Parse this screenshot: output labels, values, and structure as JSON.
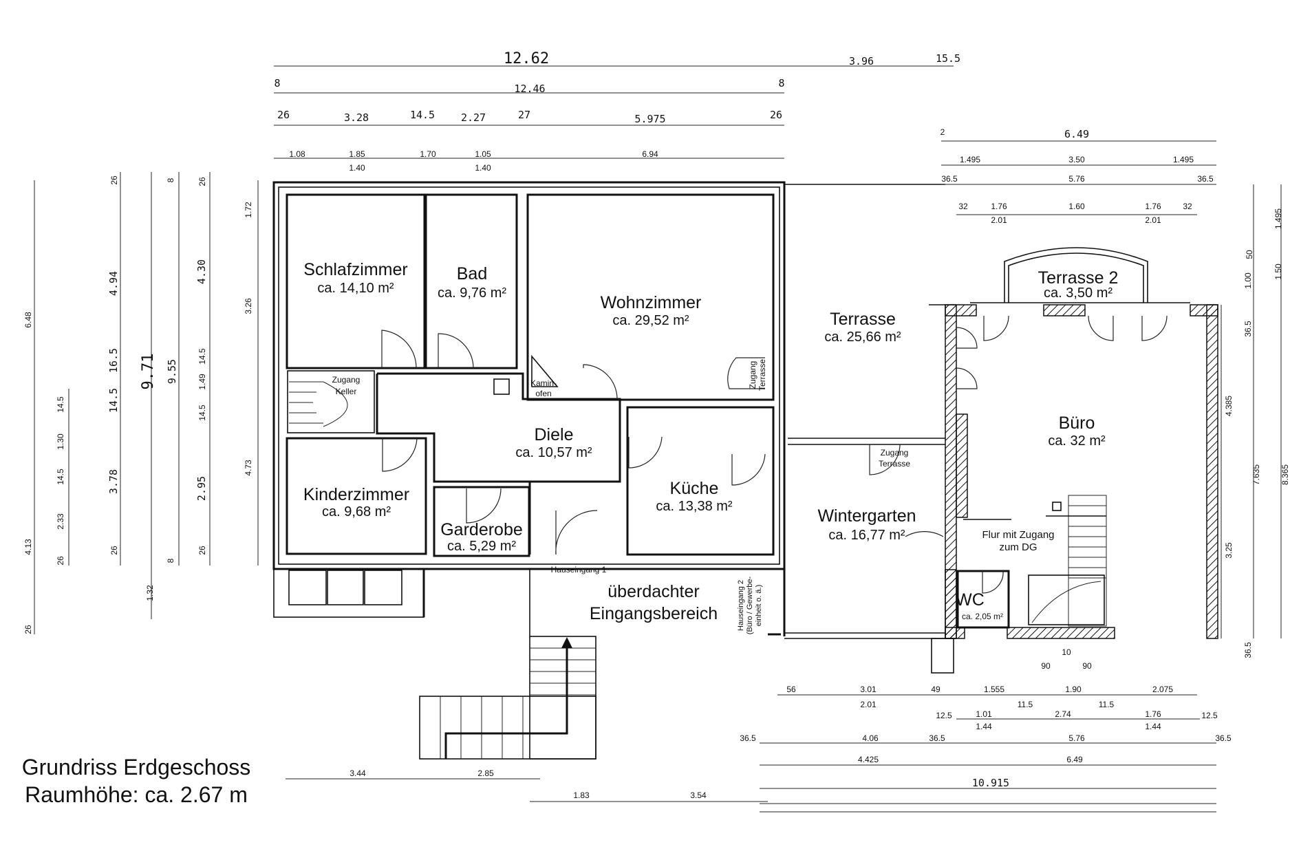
{
  "title": {
    "line1": "Grundriss Erdgeschoss",
    "line2": "Raumhöhe: ca. 2.67 m"
  },
  "rooms": [
    {
      "id": "schlafzimmer",
      "name": "Schlafzimmer",
      "area": "ca. 14,10 m²"
    },
    {
      "id": "bad",
      "name": "Bad",
      "area": "ca. 9,76 m²"
    },
    {
      "id": "wohnzimmer",
      "name": "Wohnzimmer",
      "area": "ca. 29,52 m²"
    },
    {
      "id": "terrasse",
      "name": "Terrasse",
      "area": "ca. 25,66 m²"
    },
    {
      "id": "terrasse2",
      "name": "Terrasse 2",
      "area": "ca. 3,50 m²"
    },
    {
      "id": "buero",
      "name": "Büro",
      "area": "ca. 32 m²"
    },
    {
      "id": "diele",
      "name": "Diele",
      "area": "ca. 10,57 m²"
    },
    {
      "id": "kueche",
      "name": "Küche",
      "area": "ca. 13,38 m²"
    },
    {
      "id": "kinderzimmer",
      "name": "Kinderzimmer",
      "area": "ca. 9,68 m²"
    },
    {
      "id": "garderobe",
      "name": "Garderobe",
      "area": "ca. 5,29 m²"
    },
    {
      "id": "wintergarten",
      "name": "Wintergarten",
      "area": "ca. 16,77 m²"
    },
    {
      "id": "wc",
      "name": "WC",
      "area": "ca. 2,05 m²"
    }
  ],
  "labels": {
    "eingangsbereich_1": "überdachter",
    "eingangsbereich_2": "Eingangsbereich",
    "hauseingang1": "Hauseingang 1",
    "hauseingang2_1": "Hauseingang 2",
    "hauseingang2_2": "(Büro / Gewerbe-",
    "hauseingang2_3": "einheit o. ä.)",
    "zugang_keller_1": "Zugang",
    "zugang_keller_2": "Keller",
    "kaminofen_1": "Kamin-",
    "kaminofen_2": "ofen",
    "zugang_terrasse_1": "Zugang",
    "zugang_terrasse_2": "Terrasse",
    "zugang_terrasse_v1": "Zugang",
    "zugang_terrasse_v2": "Terrasse",
    "flur_1": "Flur mit Zugang",
    "flur_2": "zum DG"
  },
  "dimensions": {
    "top_row1": [
      "12.62",
      "3.96",
      "15.5"
    ],
    "top_row2": [
      "8",
      "12.46",
      "8"
    ],
    "top_row3": [
      "26",
      "3.28",
      "14.5",
      "2.27",
      "27",
      "5.975",
      "26"
    ],
    "top_row4": [
      "1.08",
      "1.85",
      "1.70",
      "1.05",
      "6.94"
    ],
    "top_row4b": [
      "1.40",
      "1.40"
    ],
    "right_top_row1": [
      "2",
      "6.49"
    ],
    "right_top_row2": [
      "1.495",
      "3.50",
      "1.495"
    ],
    "right_top_row3": [
      "36.5",
      "5.76",
      "36.5"
    ],
    "right_top_row4": [
      "32",
      "1.76",
      "1.60",
      "1.76",
      "32"
    ],
    "right_top_row4b": [
      "2.01",
      "2.01"
    ],
    "left_col1": [
      "6.48",
      "4.13",
      "26"
    ],
    "left_col2": [
      "14.5",
      "1.30",
      "14.5",
      "2.33",
      "26"
    ],
    "left_col3": [
      "26",
      "4.94",
      "16.5",
      "14.5",
      "3.78",
      "26"
    ],
    "left_col4": [
      "9.71",
      "1.32"
    ],
    "left_col5": [
      "9.55"
    ],
    "left_col6": [
      "26",
      "4.30",
      "14.5",
      "1.49",
      "14.5",
      "2.95",
      "26"
    ],
    "left_col6b": [
      "8",
      "8"
    ],
    "left_col7": [
      "1.72",
      "3.26",
      "4.73"
    ],
    "right_col1": [
      "36.5",
      "4.385",
      "3.25",
      "36.5"
    ],
    "right_col2": [
      "1.00",
      "7.635"
    ],
    "right_col3": [
      "1.495",
      "1.50",
      "8.365"
    ],
    "right_col4": [
      "50"
    ],
    "bottom_row1": [
      "10",
      "90",
      "90"
    ],
    "bottom_row2": [
      "56",
      "3.01",
      "49",
      "1.555",
      "1.90",
      "2.075"
    ],
    "bottom_row2b": [
      "2.01",
      "11.5",
      "11.5"
    ],
    "bottom_row3": [
      "12.5",
      "1.01",
      "2.74",
      "1.76",
      "12.5"
    ],
    "bottom_row3b": [
      "1.44",
      "1.44"
    ],
    "bottom_row4": [
      "36.5",
      "4.06",
      "36.5",
      "5.76",
      "36.5"
    ],
    "bottom_row5": [
      "4.425",
      "6.49"
    ],
    "bottom_row6": [
      "10.915"
    ],
    "bottom_left1": [
      "3.44",
      "2.85"
    ],
    "bottom_left2": [
      "1.83",
      "3.54"
    ]
  }
}
